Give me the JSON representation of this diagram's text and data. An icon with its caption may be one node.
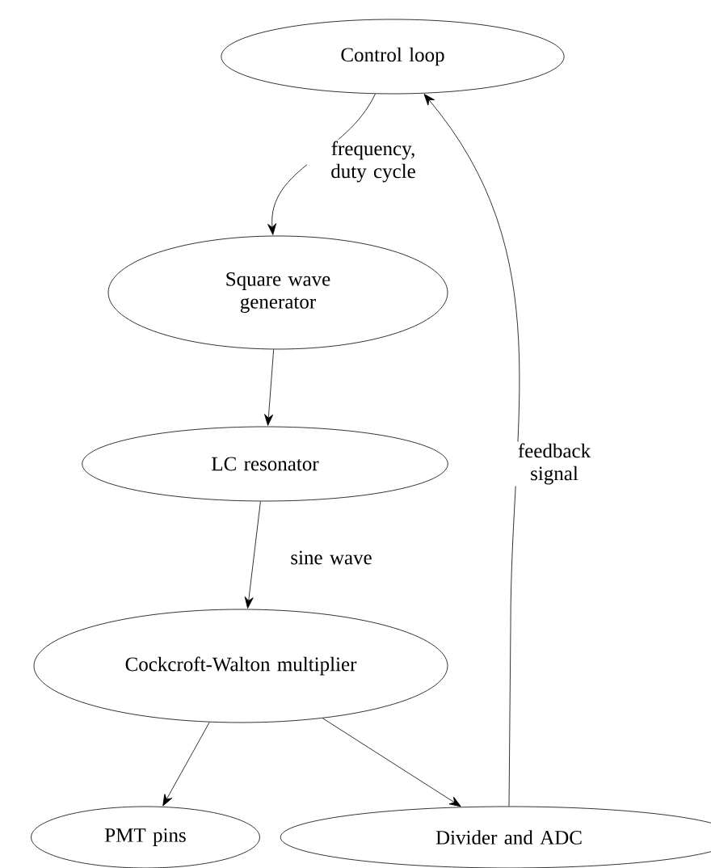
{
  "diagram": {
    "nodes": [
      {
        "text": [
          "Control loop"
        ]
      },
      {
        "text": [
          "Square wave generator"
        ]
      },
      {
        "text": [
          "LC resonator"
        ]
      },
      {
        "text": [
          "Cockcroft-Walton multiplier"
        ]
      },
      {
        "text": [
          "PMT pins"
        ]
      },
      {
        "text": [
          "Divider and ADC"
        ]
      }
    ],
    "edges": [
      {
        "from": 0,
        "to": 1,
        "arrow": "to",
        "label": "frequency, duty cycle"
      },
      {
        "from": 1,
        "to": 2,
        "arrow": "to"
      },
      {
        "from": 2,
        "to": 3,
        "arrow": "to",
        "label": "sine wave"
      },
      {
        "from": 3,
        "to": 4,
        "arrow": "to"
      },
      {
        "from": 3,
        "to": 5,
        "arrow": "to"
      },
      {
        "from": 5,
        "to": 0,
        "arrow": "to",
        "label": "feedback signal"
      }
    ]
  }
}
